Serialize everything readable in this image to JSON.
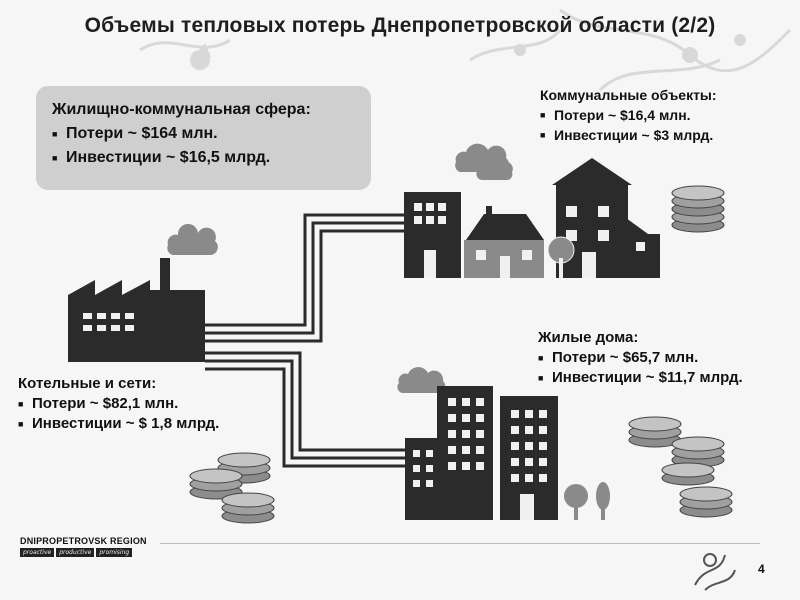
{
  "slide": {
    "title": "Объемы тепловых потерь Днепропетровской области (2/2)",
    "page_number": "4"
  },
  "housing": {
    "title": "Жилищно-коммунальная сфера:",
    "items": [
      "Потери ~  $164 млн.",
      "Инвестиции ~ $16,5 млрд."
    ]
  },
  "communal": {
    "title": "Коммунальные объекты:",
    "items": [
      "Потери ~ $16,4 млн.",
      "Инвестиции ~ $3 млрд."
    ]
  },
  "residential": {
    "title": "Жилые дома:",
    "items": [
      "Потери ~ $65,7 млн.",
      "Инвестиции ~ $11,7 млрд."
    ]
  },
  "boiler": {
    "title": "Котельные и сети:",
    "items": [
      "Потери ~ $82,1 млн.",
      "Инвестиции ~ $ 1,8 млрд."
    ]
  },
  "footer": {
    "logo_pre": "DNI",
    "logo_bold": "PRO",
    "logo_post": "PETROVSK REGION",
    "tags": [
      "proactive",
      "productive",
      "promising"
    ]
  },
  "colors": {
    "building": "#2b2b2b",
    "house_body": "#8a8a8a",
    "box": "#cfcfcf",
    "coin": "#8c8c8c"
  }
}
